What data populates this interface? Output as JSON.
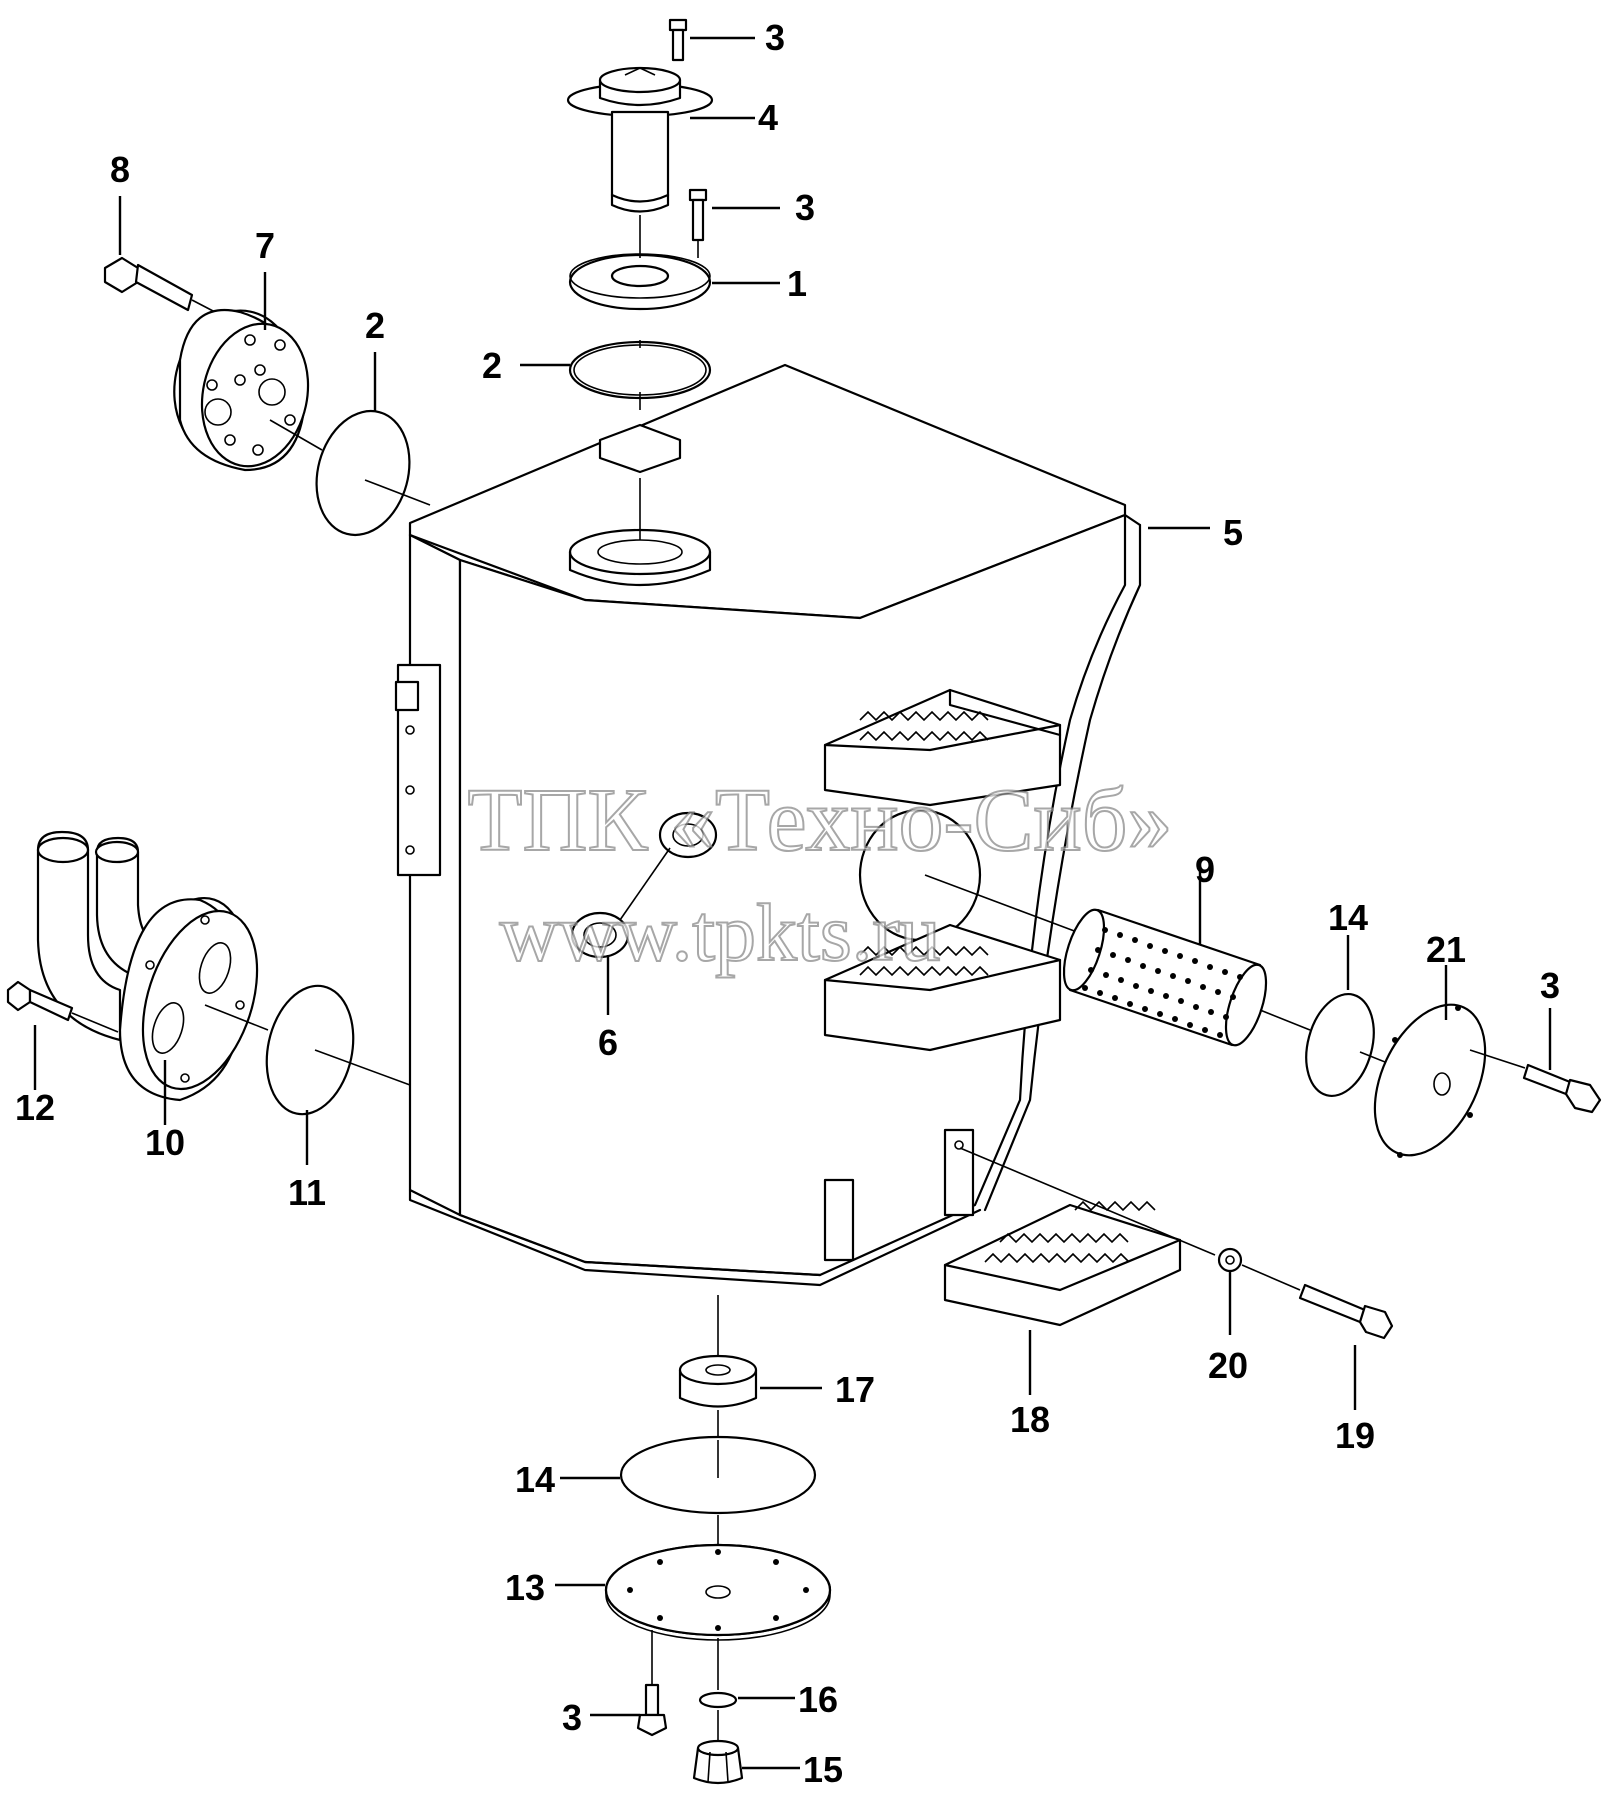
{
  "watermark": {
    "line1": "ТПК «Техно-Сиб»",
    "line2": "www.tpkts.ru"
  },
  "callouts": {
    "c1": "1",
    "c2a": "2",
    "c2b": "2",
    "c3a": "3",
    "c3b": "3",
    "c3c": "3",
    "c3d": "3",
    "c4": "4",
    "c5": "5",
    "c6": "6",
    "c7": "7",
    "c8": "8",
    "c9": "9",
    "c10": "10",
    "c11": "11",
    "c12": "12",
    "c13": "13",
    "c14a": "14",
    "c14b": "14",
    "c15": "15",
    "c16": "16",
    "c17": "17",
    "c18": "18",
    "c19": "19",
    "c20": "20",
    "c21": "21"
  },
  "colors": {
    "line": "#000000",
    "background": "#ffffff",
    "watermark": "#8a8a8a"
  }
}
